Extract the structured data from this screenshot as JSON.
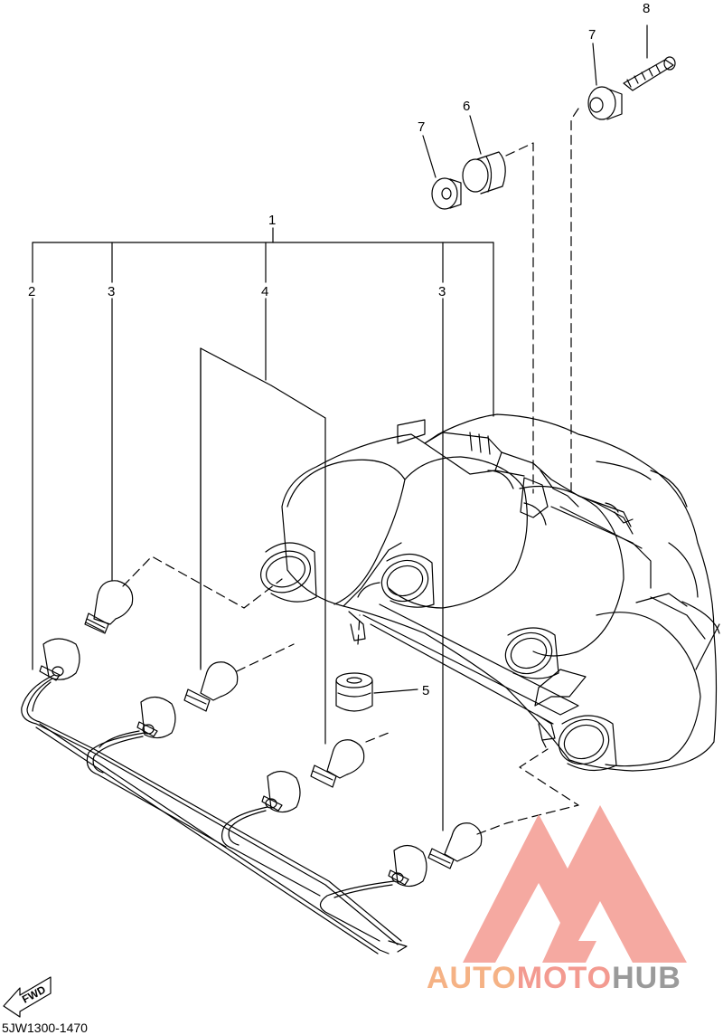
{
  "diagram": {
    "callouts": {
      "c1": "1",
      "c2": "2",
      "c3a": "3",
      "c3b": "3",
      "c4": "4",
      "c5": "5",
      "c6": "6",
      "c7a": "7",
      "c7b": "7",
      "c8": "8"
    },
    "fwd_label": "FWD",
    "reference_code": "5JW1300-1470"
  },
  "watermark": {
    "part1": "AUTO",
    "part2": "MOTO",
    "part3": "HUB",
    "colors": {
      "auto": "#f5b285",
      "moto": "#f39a90",
      "hub": "#9a9a9a",
      "logo": "#f39a90"
    }
  }
}
